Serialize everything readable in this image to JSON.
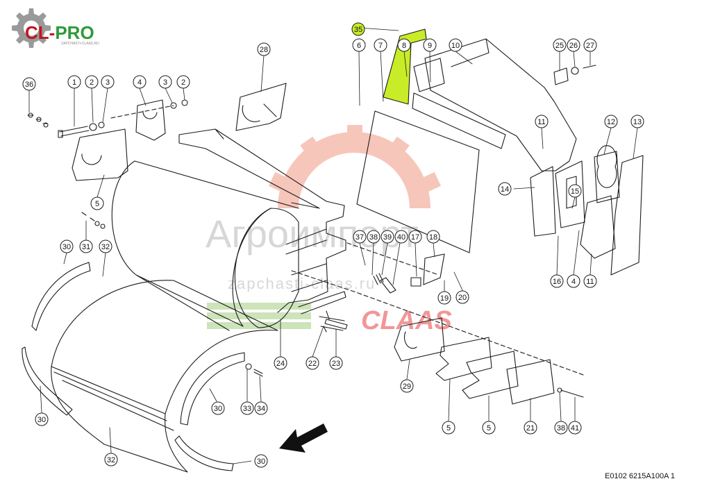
{
  "logo": {
    "text_part1": "CL-",
    "text_part2": "PRO",
    "tagline": "ZAPCHASTI-CLAAS.RU",
    "color_red": "#c0161c",
    "color_green": "#2e9a3a",
    "gear_color": "#9a9a9a"
  },
  "watermark": {
    "company": "Агроимпорт",
    "site": "zapchasti-claas.ru",
    "brand": "CLAAS",
    "color_gear": "#f0a08c",
    "color_brand": "#e6474c",
    "color_green": "#a8d08a"
  },
  "highlight": {
    "part": "35",
    "color": "#c8ec28"
  },
  "callouts": [
    {
      "id": "c1",
      "label": "1"
    },
    {
      "id": "c2a",
      "label": "2"
    },
    {
      "id": "c3a",
      "label": "3"
    },
    {
      "id": "c4a",
      "label": "4"
    },
    {
      "id": "c3b",
      "label": "3"
    },
    {
      "id": "c2b",
      "label": "2"
    },
    {
      "id": "c36",
      "label": "36"
    },
    {
      "id": "c5a",
      "label": "5"
    },
    {
      "id": "c31",
      "label": "31"
    },
    {
      "id": "c28",
      "label": "28"
    },
    {
      "id": "c35",
      "label": "35"
    },
    {
      "id": "c6",
      "label": "6"
    },
    {
      "id": "c7",
      "label": "7"
    },
    {
      "id": "c8",
      "label": "8"
    },
    {
      "id": "c9",
      "label": "9"
    },
    {
      "id": "c10",
      "label": "10"
    },
    {
      "id": "c25",
      "label": "25"
    },
    {
      "id": "c26",
      "label": "26"
    },
    {
      "id": "c27",
      "label": "27"
    },
    {
      "id": "c11a",
      "label": "11"
    },
    {
      "id": "c12",
      "label": "12"
    },
    {
      "id": "c13",
      "label": "13"
    },
    {
      "id": "c14",
      "label": "14"
    },
    {
      "id": "c15",
      "label": "15"
    },
    {
      "id": "c16",
      "label": "16"
    },
    {
      "id": "c4b",
      "label": "4"
    },
    {
      "id": "c11b",
      "label": "11"
    },
    {
      "id": "c37",
      "label": "37"
    },
    {
      "id": "c38a",
      "label": "38"
    },
    {
      "id": "c39",
      "label": "39"
    },
    {
      "id": "c40",
      "label": "40"
    },
    {
      "id": "c17",
      "label": "17"
    },
    {
      "id": "c18",
      "label": "18"
    },
    {
      "id": "c19",
      "label": "19"
    },
    {
      "id": "c20",
      "label": "20"
    },
    {
      "id": "c30a",
      "label": "30"
    },
    {
      "id": "c32a",
      "label": "32"
    },
    {
      "id": "c24",
      "label": "24"
    },
    {
      "id": "c22",
      "label": "22"
    },
    {
      "id": "c23",
      "label": "23"
    },
    {
      "id": "c29",
      "label": "29"
    },
    {
      "id": "c5b",
      "label": "5"
    },
    {
      "id": "c5c",
      "label": "5"
    },
    {
      "id": "c21",
      "label": "21"
    },
    {
      "id": "c38b",
      "label": "38"
    },
    {
      "id": "c41",
      "label": "41"
    },
    {
      "id": "c30b",
      "label": "30"
    },
    {
      "id": "c33",
      "label": "33"
    },
    {
      "id": "c34",
      "label": "34"
    },
    {
      "id": "c30c",
      "label": "30"
    },
    {
      "id": "c32b",
      "label": "32"
    },
    {
      "id": "c30d",
      "label": "30"
    }
  ],
  "footer": {
    "code": "E0102 6215A100A 1"
  }
}
